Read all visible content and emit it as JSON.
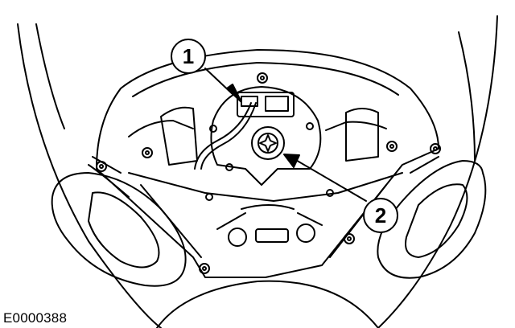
{
  "figure": {
    "id_label": "E0000388",
    "callouts": [
      {
        "number": "1"
      },
      {
        "number": "2"
      }
    ]
  },
  "colors": {
    "line": "#000000",
    "background": "#ffffff"
  }
}
